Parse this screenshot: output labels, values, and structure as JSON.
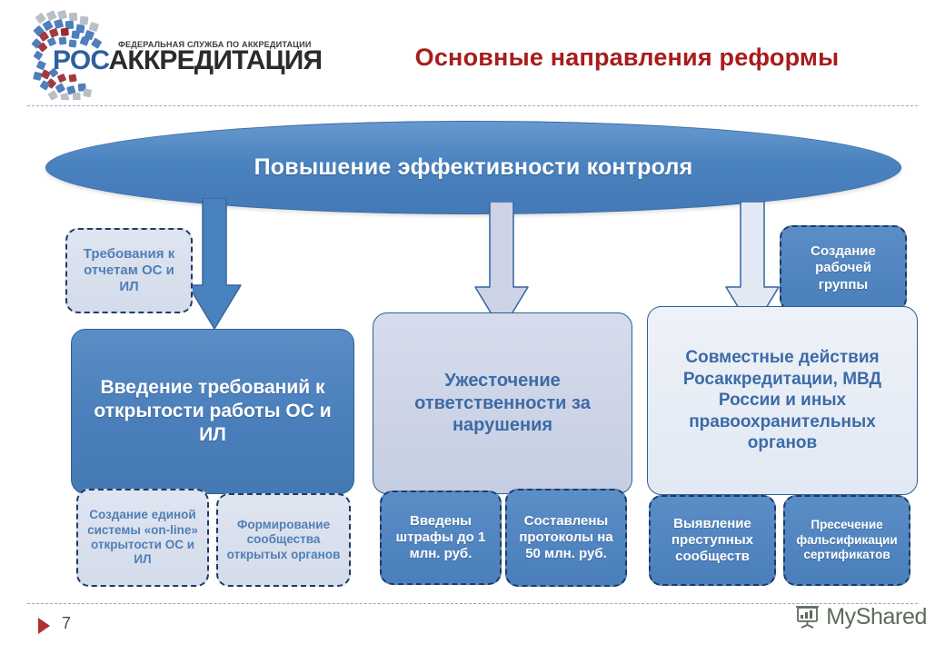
{
  "header": {
    "logo_word_primary": "РОС",
    "logo_word_secondary": "АККРЕДИТАЦИЯ",
    "logo_subtitle": "ФЕДЕРАЛЬНАЯ СЛУЖБА ПО АККРЕДИТАЦИИ",
    "logo_icon": "rosakkreditatsiya-spiral-logo",
    "title": "Основные направления реформы",
    "title_color": "#a81c1c"
  },
  "main_goal": {
    "label": "Повышение эффективности контроля",
    "fill_color": "#4a82bf",
    "text_color": "#ffffff"
  },
  "pillars": [
    {
      "id": "openness",
      "label": "Введение требований к открытости работы ОС и ИЛ",
      "fill_color": "#4a7fbb",
      "text_color": "#ffffff"
    },
    {
      "id": "responsibility",
      "label": "Ужесточение ответственности за нарушения",
      "fill_color": "#ccd3e6",
      "text_color": "#3c6ba6"
    },
    {
      "id": "joint-actions",
      "label": "Совместные действия Росаккредитации, МВД России и иных правоохранительных органов",
      "fill_color": "#e6ecf5",
      "text_color": "#3c6ba6"
    }
  ],
  "callouts": {
    "reports_requirements": "Требования к отчетам ОС и ИЛ",
    "work_group": "Создание рабочей группы",
    "online_system": "Создание единой системы «on-line» открытости ОС и ИЛ",
    "open_community": "Формирование сообщества открытых органов",
    "fines": "Введены штрафы до 1 млн. руб.",
    "protocols": "Составлены протоколы на 50 млн. руб.",
    "detect_groups": "Выявление преступных сообществ",
    "stop_falsification": "Пресечение фальсификации сертификатов"
  },
  "arrows": {
    "arrow_left_color": "#4a82bf",
    "arrow_mid_color": "#ccd3e6",
    "arrow_right_color": "#e2e9f4"
  },
  "footer": {
    "page_number": "7",
    "watermark_text": "MyShared",
    "watermark_icon": "myshared-presentation-icon",
    "page_marker_icon": "play-triangle-icon"
  }
}
